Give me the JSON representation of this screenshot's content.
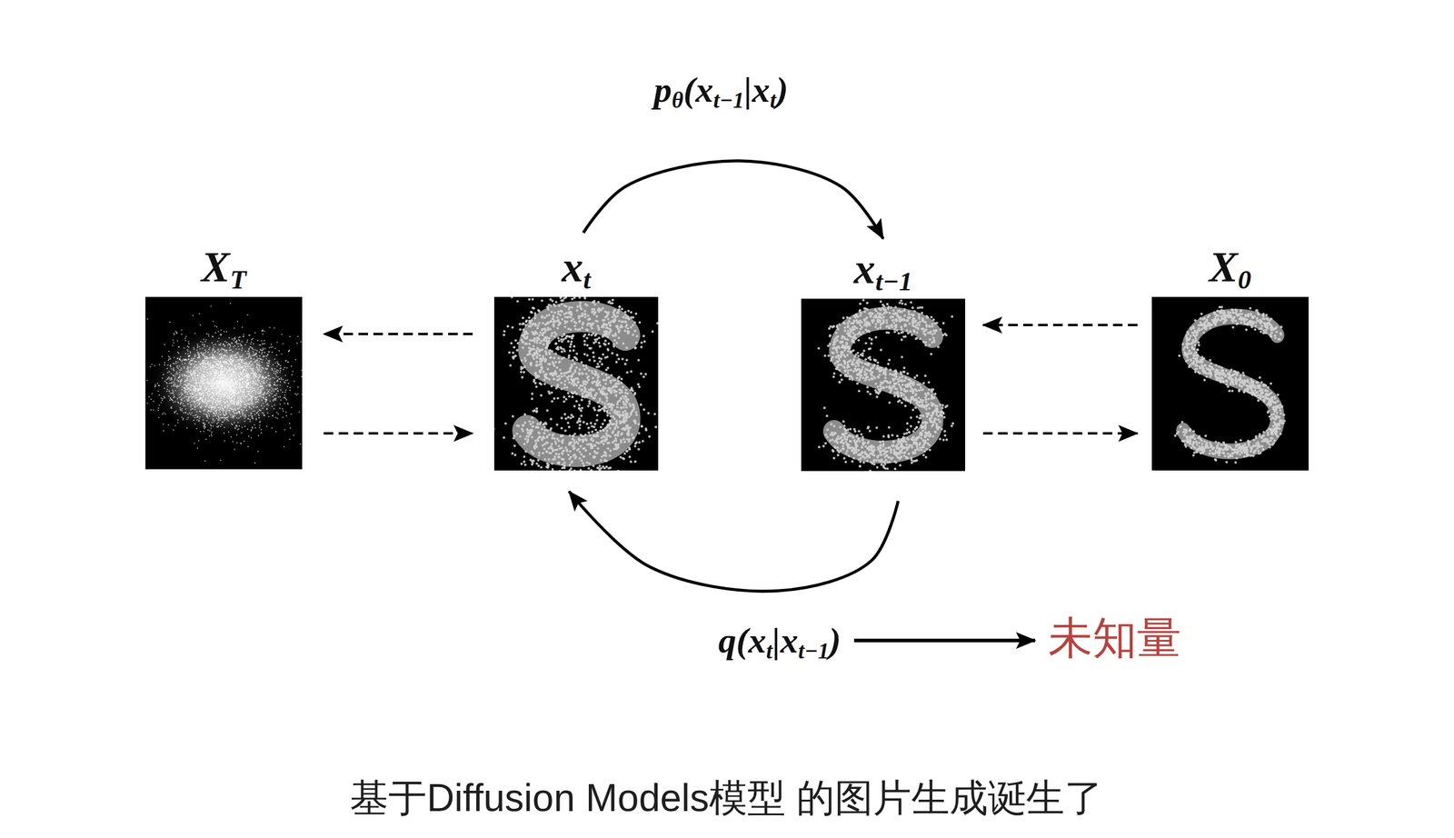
{
  "diagram": {
    "caption": "基于Diffusion Models模型 的图片生成诞生了",
    "nodes": [
      {
        "text": [
          "XT"
        ]
      },
      {
        "text": [
          "xt"
        ]
      },
      {
        "text": [
          "xt−1"
        ]
      },
      {
        "text": [
          "X0"
        ]
      }
    ],
    "edges": [
      {
        "from": 1,
        "to": 2,
        "arrow": "to",
        "label": "pθ(xt−1|xt)"
      },
      {
        "from": 2,
        "to": 1,
        "arrow": "to",
        "label": "q(xt|xt−1)"
      },
      {
        "from": 1,
        "to": 0,
        "arrow": "to"
      },
      {
        "from": 0,
        "to": 1,
        "arrow": "to"
      },
      {
        "from": 3,
        "to": 2,
        "arrow": "to"
      },
      {
        "from": 2,
        "to": 3,
        "arrow": "to"
      }
    ],
    "labels": [
      "未知量"
    ]
  }
}
